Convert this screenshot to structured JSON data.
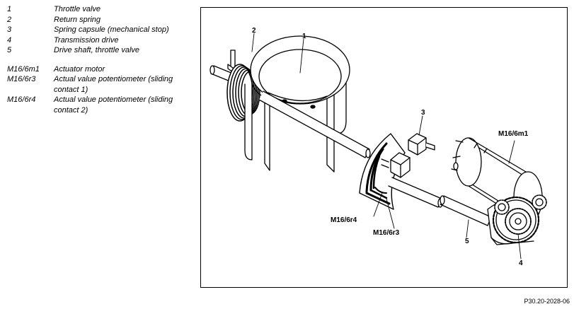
{
  "legend": [
    {
      "key": "1",
      "desc": "Throttle valve"
    },
    {
      "key": "2",
      "desc": "Return spring"
    },
    {
      "key": "3",
      "desc": "Spring capsule (mechanical stop)"
    },
    {
      "key": "4",
      "desc": "Transmission drive"
    },
    {
      "key": "5",
      "desc": "Drive shaft, throttle valve"
    },
    {
      "key": "M16/6m1",
      "desc": "Actuator motor"
    },
    {
      "key": "M16/6r3",
      "desc": "Actual value potentiometer (sliding contact 1)"
    },
    {
      "key": "M16/6r4",
      "desc": "Actual value potentiometer (sliding contact 2)"
    }
  ],
  "callouts": {
    "c1": "1",
    "c2": "2",
    "c3": "3",
    "c4": "4",
    "c5": "5",
    "m1": "M16/6m1",
    "r3": "M16/6r3",
    "r4": "M16/6r4"
  },
  "figure_code": "P30.20-2028-06"
}
